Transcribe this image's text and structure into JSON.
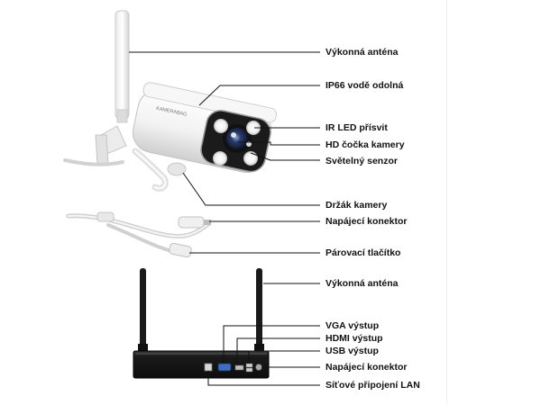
{
  "callouts": {
    "antenna_camera": "Výkonná anténa",
    "waterproof": "IP66 vodě odolná",
    "ir_led": "IR LED přísvit",
    "hd_lens": "HD čočka kamery",
    "light_sensor": "Světelný senzor",
    "camera_bracket": "Držák kamery",
    "power_connector_camera": "Napájecí konektor",
    "pairing_button": "Párovací tlačítko",
    "antenna_nvr": "Výkonná anténa",
    "vga_output": "VGA výstup",
    "hdmi_output": "HDMI výstup",
    "usb_output": "USB výstup",
    "power_connector_nvr": "Napájecí konektor",
    "lan_port": "Síťové připojení LAN"
  },
  "camera": {
    "brand_text": "KAMERABAG"
  },
  "colors": {
    "camera_body": "#f4f4f4",
    "camera_shadow": "#cfcfcf",
    "lens_glass": "#2b3d70",
    "nvr_body": "#1a1a1a",
    "leader_line": "#111111"
  }
}
